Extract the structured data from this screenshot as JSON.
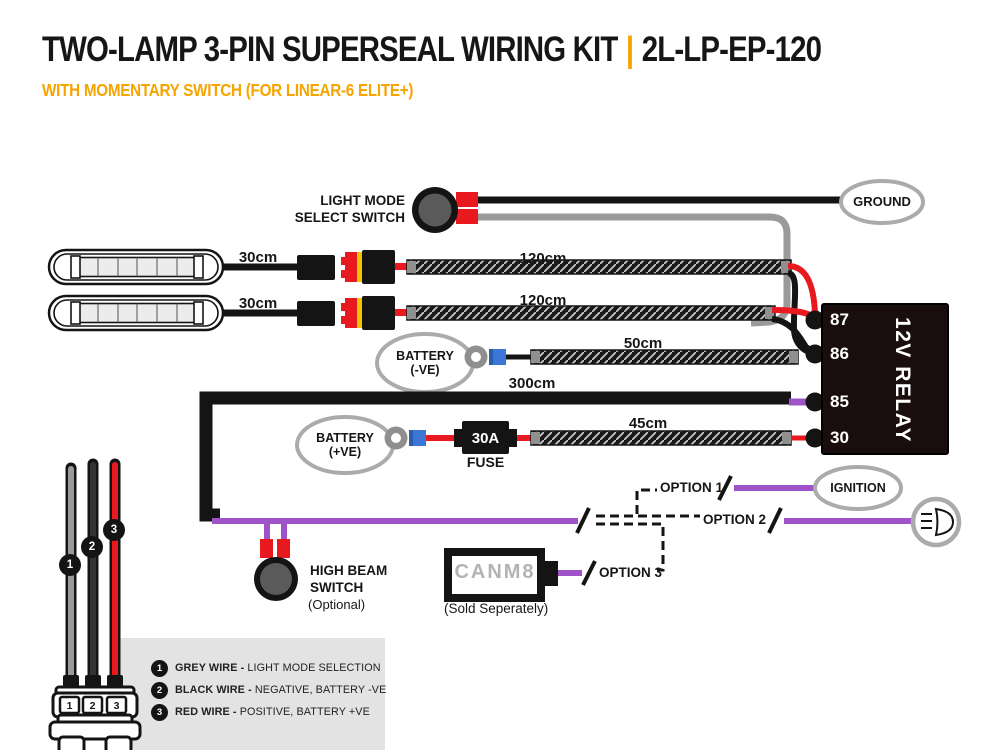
{
  "header": {
    "title": "TWO-LAMP 3-PIN SUPERSEAL WIRING KIT",
    "divider": "|",
    "part_number": "2L-LP-EP-120",
    "subtitle": "WITH MOMENTARY SWITCH (FOR LINEAR-6 ELITE+)"
  },
  "colors": {
    "orange": "#F5A400",
    "purple": "#A052C8",
    "red": "#E8191F",
    "wire_grey": "#9A9A9A",
    "oval_border_grey": "#ABABAB",
    "relay_background": "#1A0D0D",
    "legend_background": "#E3E3E3",
    "connector_blue": "#3B76D6"
  },
  "switch": {
    "label_line1": "LIGHT MODE",
    "label_line2": "SELECT SWITCH"
  },
  "ground": {
    "label": "GROUND"
  },
  "battery_negative": {
    "line1": "BATTERY",
    "line2": "(-VE)"
  },
  "battery_positive": {
    "line1": "BATTERY",
    "line2": "(+VE)"
  },
  "fuse": {
    "rating": "30A",
    "label": "FUSE"
  },
  "relay": {
    "label": "12V RELAY",
    "pins": [
      "87",
      "86",
      "85",
      "30"
    ]
  },
  "wire_lengths": {
    "lamp_top": "30cm",
    "lamp_bottom": "30cm",
    "loom_top": "120cm",
    "loom_bottom": "120cm",
    "ground_wire": "50cm",
    "main_loom": "300cm",
    "power_wire": "45cm"
  },
  "options": {
    "option1": "OPTION 1",
    "option2": "OPTION 2",
    "option3": "OPTION 3",
    "ignition": "IGNITION"
  },
  "canm8": {
    "label": "CANM8",
    "note": "(Sold Seperately)"
  },
  "high_beam_switch": {
    "line1": "HIGH BEAM",
    "line2": "SWITCH",
    "note": "(Optional)"
  },
  "wire_tags": [
    "1",
    "2",
    "3"
  ],
  "connector_pins": [
    "1",
    "2",
    "3"
  ],
  "legend": {
    "items": [
      {
        "num": "1",
        "name": "GREY WIRE -",
        "desc": "LIGHT MODE SELECTION"
      },
      {
        "num": "2",
        "name": "BLACK WIRE -",
        "desc": "NEGATIVE, BATTERY -VE"
      },
      {
        "num": "3",
        "name": "RED WIRE -",
        "desc": "POSITIVE, BATTERY +VE"
      }
    ]
  }
}
